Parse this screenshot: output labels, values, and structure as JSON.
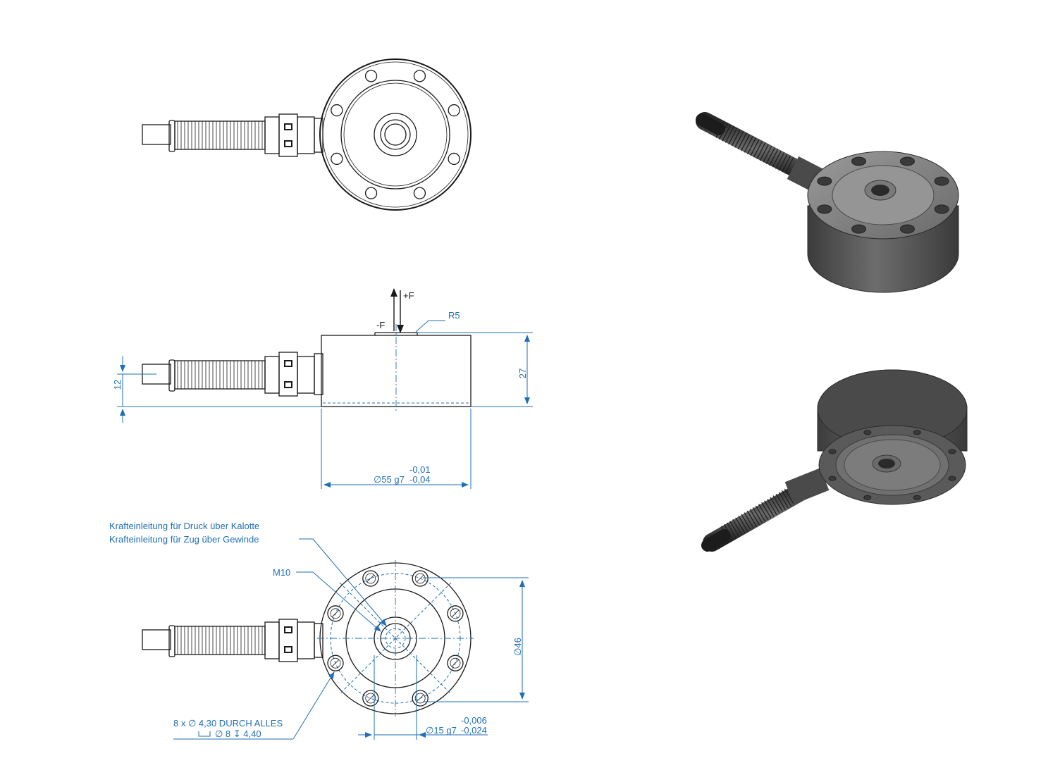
{
  "labels": {
    "plus_f": "+F",
    "minus_f": "-F",
    "radius": "R5",
    "dim_height": "27",
    "dim_cable_height": "12",
    "dim_dia_main": "∅55 g7",
    "dim_dia_main_tol": "-0,01",
    "dim_dia_main_tol2": "-0,04",
    "note_pressure": "Krafteinleitung für Druck über Kalotte",
    "note_tension": "Krafteinleitung für Zug über Gewinde",
    "thread": "M10",
    "dim_dia_bolt_circle": "∅46",
    "hole_callout": "8 x ∅ 4,30 DURCH ALLES",
    "counterbore": "∅ 8 ↧ 4,40",
    "dim_dia_hub": "∅15 g7",
    "dim_dia_hub_tol": "-0,006",
    "dim_dia_hub_tol2": "-0,024"
  },
  "colors": {
    "outline": "#1a1a1a",
    "dimension": "#1f6fb6",
    "render_body": "#5e5e5e",
    "render_face": "#8a8a8a"
  }
}
